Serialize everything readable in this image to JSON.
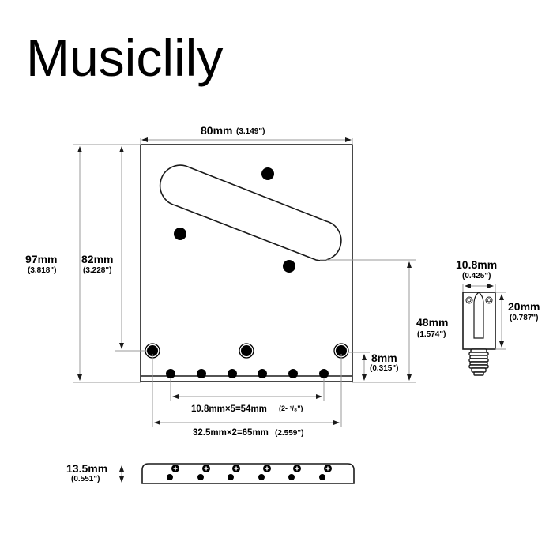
{
  "brand": {
    "name": "Musiclily"
  },
  "dimensions": {
    "width_top": {
      "mm": "80mm",
      "inch": "(3.149\")"
    },
    "height_total": {
      "mm": "97mm",
      "inch": "(3.818\")"
    },
    "height_to_mount": {
      "mm": "82mm",
      "inch": "(3.228\")"
    },
    "pickup_to_bottom": {
      "mm": "48mm",
      "inch": "(1.574\")"
    },
    "mount_to_bottom": {
      "mm": "8mm",
      "inch": "(0.315\")"
    },
    "string_spacing": {
      "mm": "10.8mm×5=54mm",
      "inch": "(2- ¹/₈\")"
    },
    "mount_spacing": {
      "mm": "32.5mm×2=65mm",
      "inch": "(2.559\")"
    },
    "side_height": {
      "mm": "13.5mm",
      "inch": "(0.551\")"
    }
  },
  "saddle": {
    "width": {
      "mm": "10.8mm",
      "inch": "(0.425\")"
    },
    "length": {
      "mm": "20mm",
      "inch": "(0.787\")"
    }
  },
  "colors": {
    "outline": "#1a1a1a",
    "dimension_line": "#9a9a9a",
    "fill": "#000000",
    "background": "#ffffff"
  }
}
